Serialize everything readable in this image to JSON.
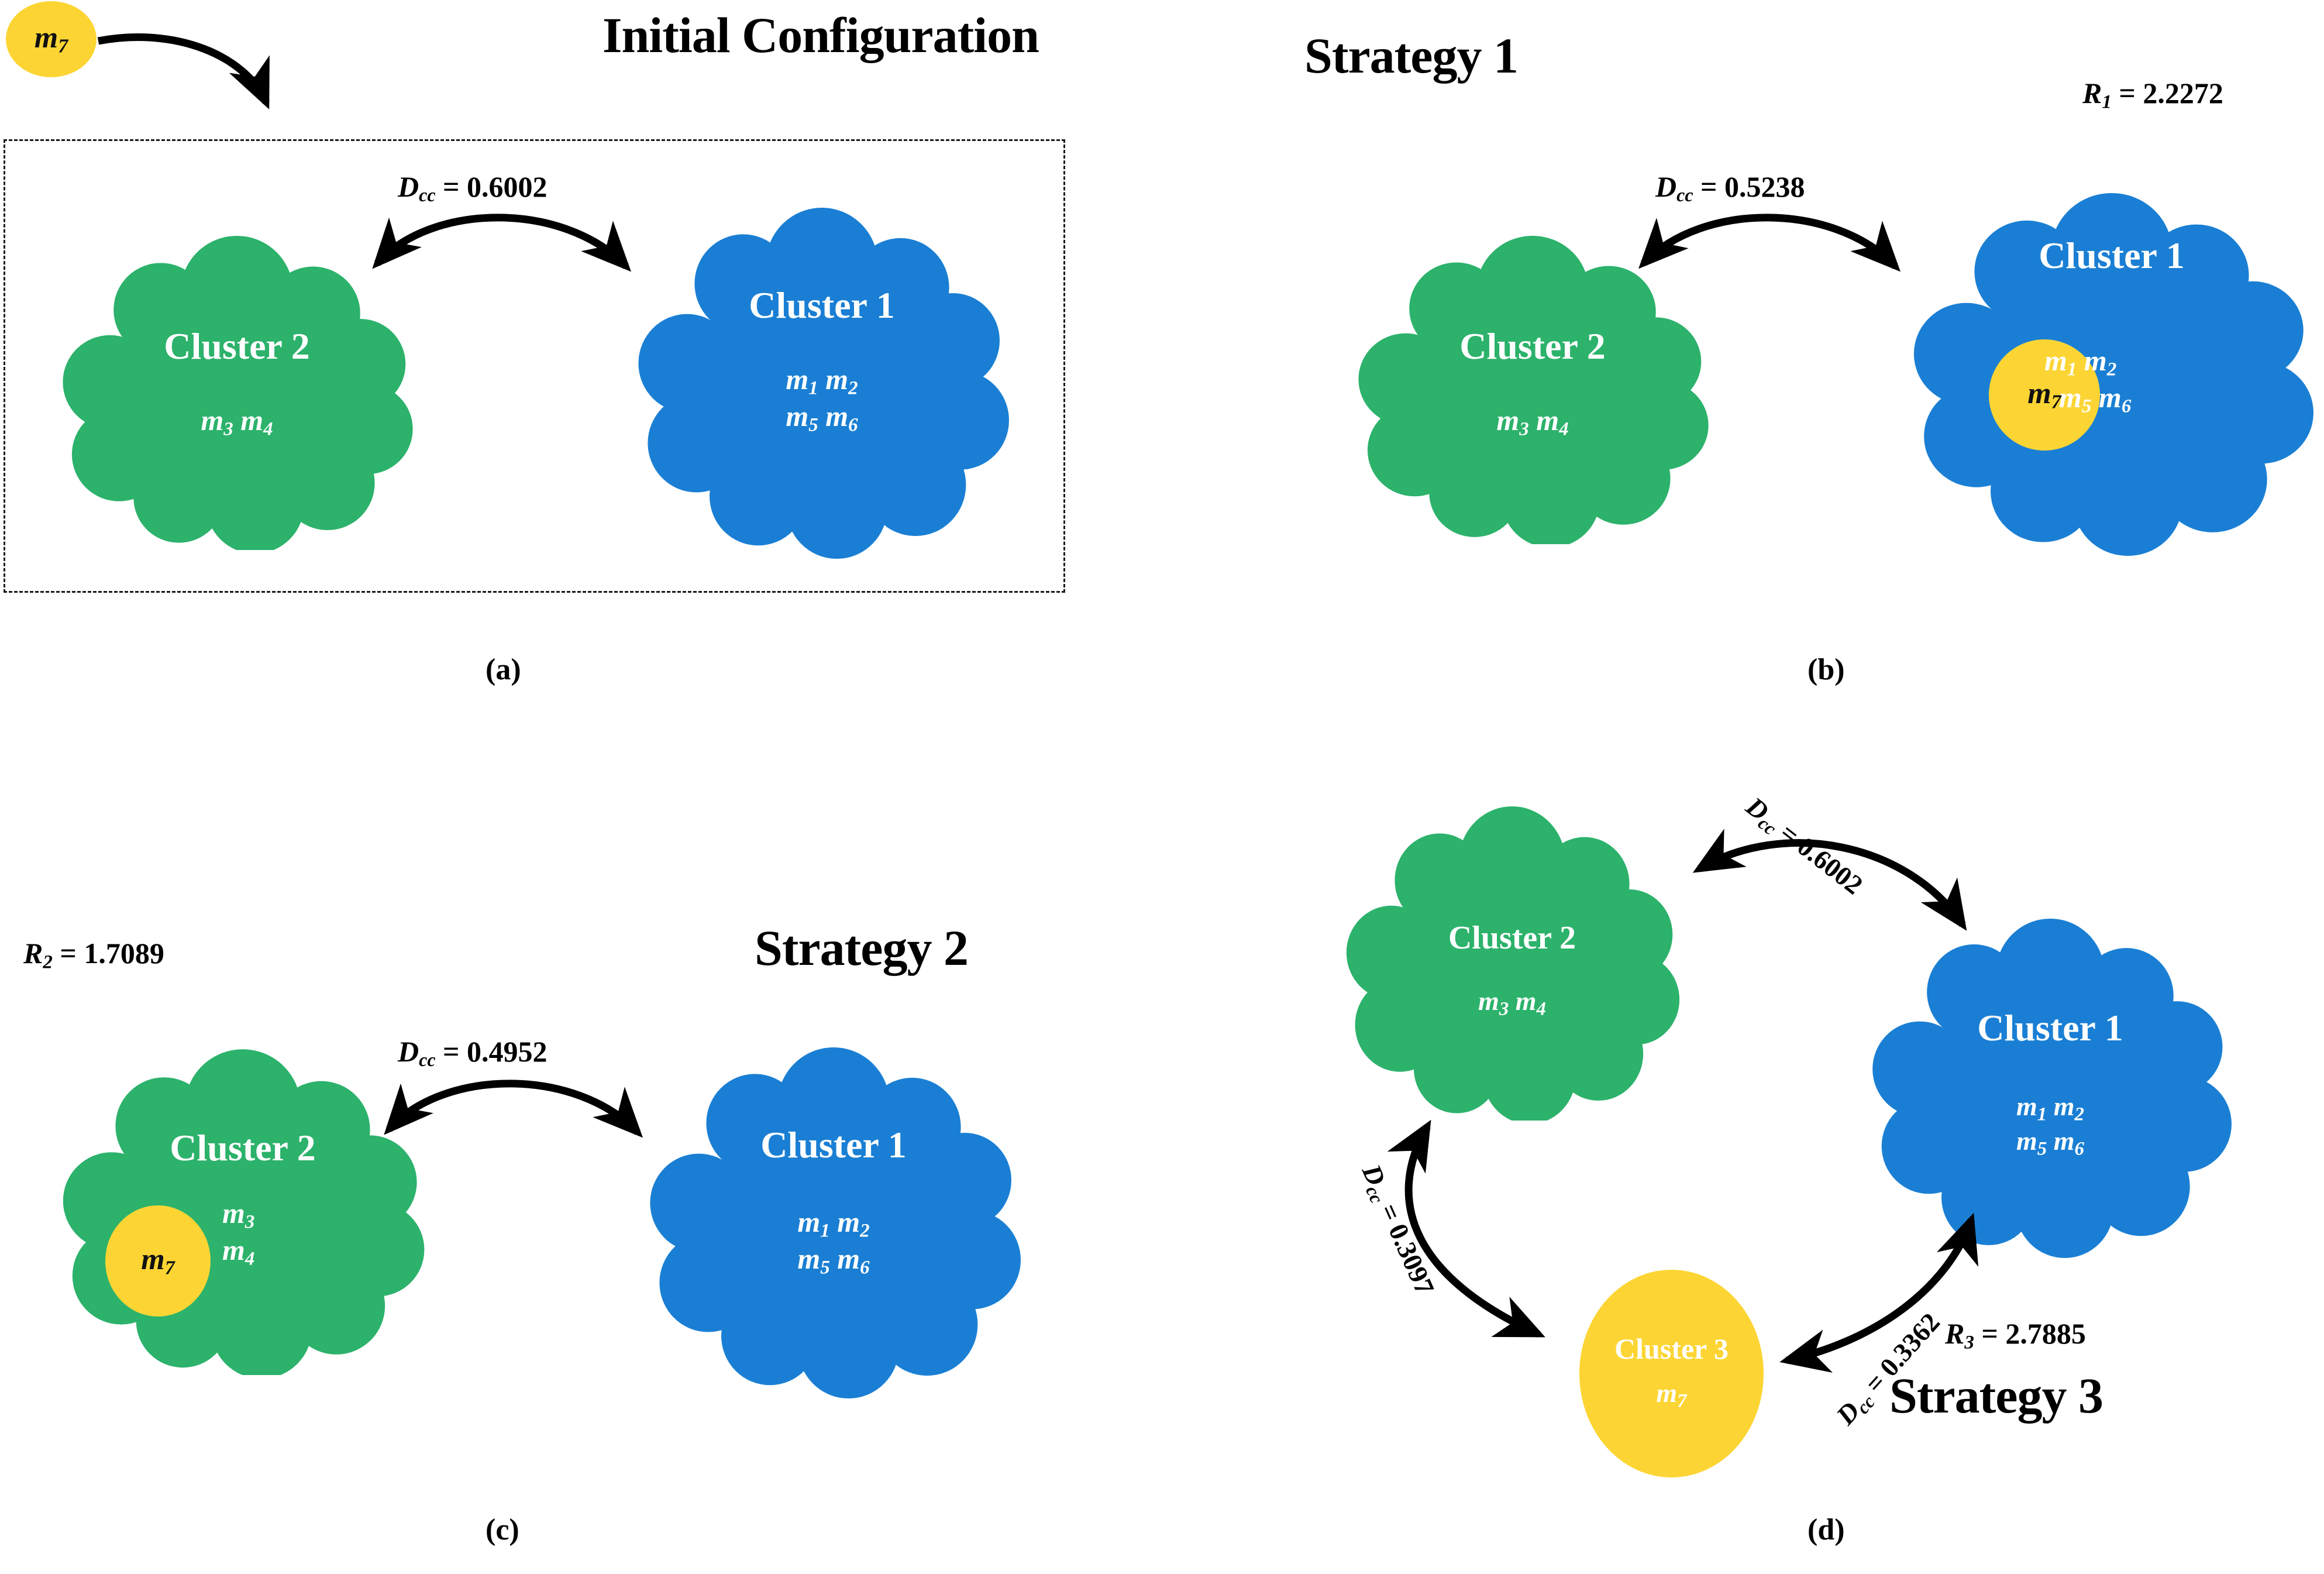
{
  "colors": {
    "cluster1_blue": "#1A7FD4",
    "cluster2_green": "#2CB26B",
    "cluster3_yellow": "#FCD534",
    "text_white": "#FFFFFF",
    "ink_black": "#000000"
  },
  "panel_a": {
    "title": "Initial Configuration",
    "letter": "(a)",
    "floating_member": "m₇",
    "dcc_label": "D",
    "dcc_sub": "cc",
    "dcc_value": "= 0.6002",
    "cluster2": {
      "name": "Cluster 2",
      "members": "m₃ m₄"
    },
    "cluster1": {
      "name": "Cluster 1",
      "members_line1": "m₁ m₂",
      "members_line2": "m₅ m₆"
    }
  },
  "panel_b": {
    "title": "Strategy 1",
    "letter": "(b)",
    "r_symbol": "R",
    "r_sub": "1",
    "r_value": "= 2.2272",
    "dcc_label": "D",
    "dcc_sub": "cc",
    "dcc_value": "= 0.5238",
    "cluster2": {
      "name": "Cluster 2",
      "members": "m₃ m₄"
    },
    "cluster1": {
      "name": "Cluster 1",
      "inner_member": "m₇",
      "members_line1": "m₁ m₂",
      "members_line2": "m₅ m₆"
    }
  },
  "panel_c": {
    "title": "Strategy 2",
    "letter": "(c)",
    "r_symbol": "R",
    "r_sub": "2",
    "r_value": "= 1.7089",
    "dcc_label": "D",
    "dcc_sub": "cc",
    "dcc_value": "= 0.4952",
    "cluster2": {
      "name": "Cluster 2",
      "inner_member": "m₇",
      "members_line1": "m₃",
      "members_line2": "m₄"
    },
    "cluster1": {
      "name": "Cluster 1",
      "members_line1": "m₁ m₂",
      "members_line2": "m₅ m₆"
    }
  },
  "panel_d": {
    "title": "Strategy 3",
    "letter": "(d)",
    "r_symbol": "R",
    "r_sub": "3",
    "r_value": "= 2.7885",
    "dcc_top": {
      "label": "D",
      "sub": "cc",
      "value": "= 0.6002"
    },
    "dcc_left": {
      "label": "D",
      "sub": "cc",
      "value": "= 0.3097"
    },
    "dcc_right": {
      "label": "D",
      "sub": "cc",
      "value": "= 0.3362"
    },
    "cluster2": {
      "name": "Cluster 2",
      "members": "m₃ m₄"
    },
    "cluster1": {
      "name": "Cluster 1",
      "members_line1": "m₁ m₂",
      "members_line2": "m₅ m₆"
    },
    "cluster3": {
      "name": "Cluster 3",
      "members": "m₇"
    }
  }
}
